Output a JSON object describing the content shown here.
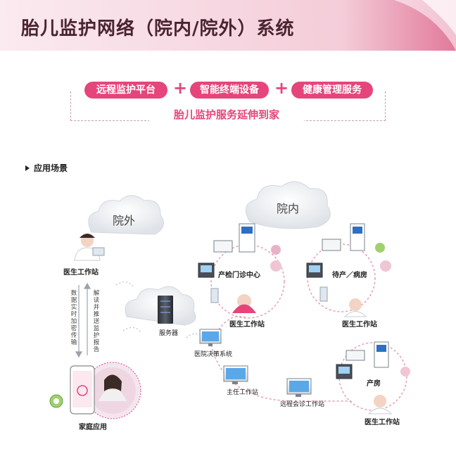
{
  "header": {
    "title": "胎儿监护网络（院内/院外）系统"
  },
  "formula": {
    "items": [
      "远程监护平台",
      "智能终端设备",
      "健康管理服务"
    ],
    "plus": "+",
    "slogan": "胎儿监护服务延伸到家"
  },
  "section": {
    "title": "应用场景"
  },
  "clouds": {
    "outside": "院外",
    "inside": "院内"
  },
  "labels": {
    "doctor_ws_out": "医生工作站",
    "data_transfer": "数据实时加密传输",
    "interpret_push": "解读并推送监护报告",
    "server": "服务器",
    "home_app": "家庭应用",
    "decision_sys": "医院决策系统",
    "director_ws": "主任工作站",
    "remote_consult_ws": "远程会诊工作站",
    "prenatal_center": "产检门诊中心",
    "doctor_ws_1": "医生工作站",
    "ward": "待产／病房",
    "doctor_ws_2": "医生工作站",
    "delivery_room": "产房",
    "doctor_ws_3": "医生工作站"
  },
  "colors": {
    "accent": "#e5457a",
    "header_band": "#f0c6d3",
    "title": "#4a2430"
  }
}
